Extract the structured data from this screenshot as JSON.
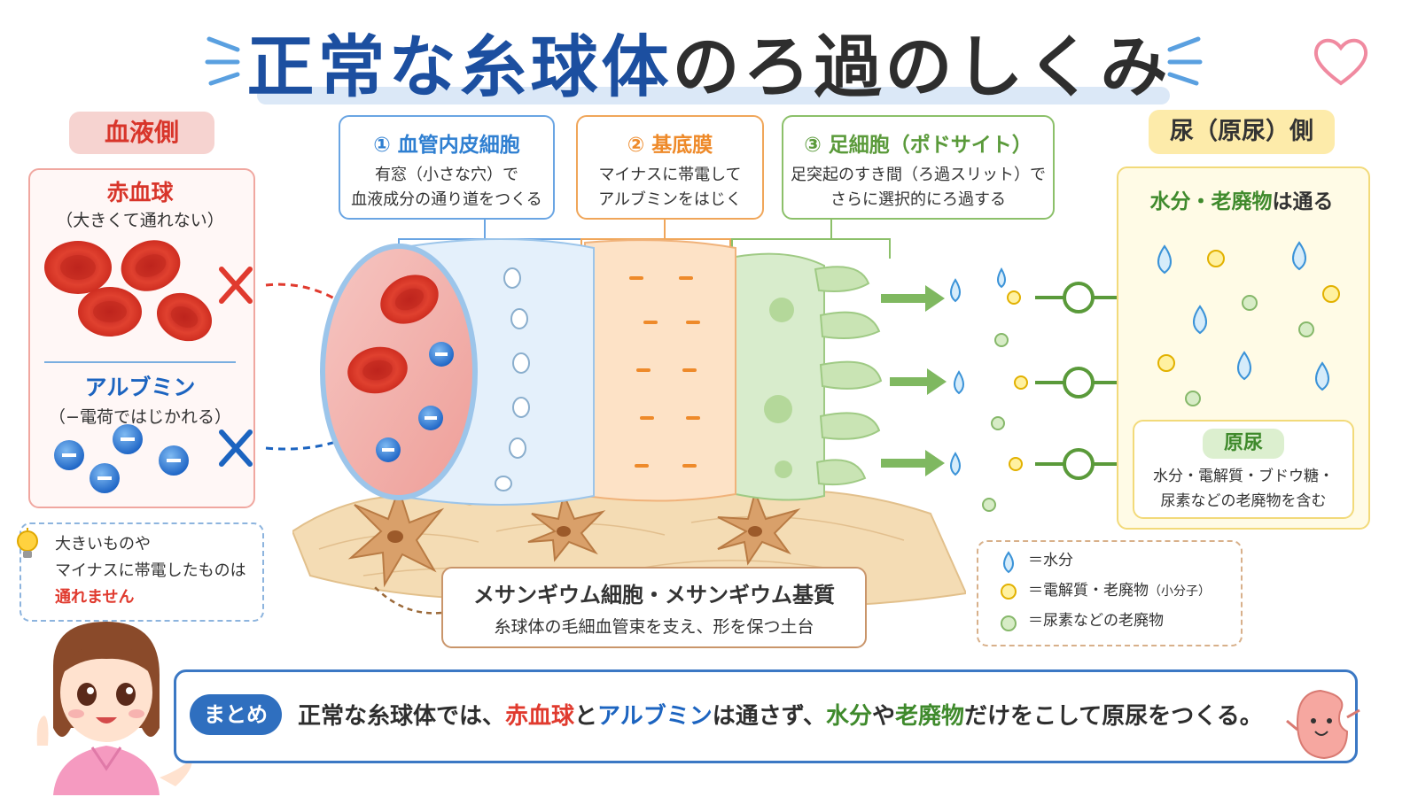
{
  "title": {
    "part1": "正常な糸球体",
    "part2": "のろ過のしくみ"
  },
  "blood_side": {
    "label": "血液側",
    "rbc_title": "赤血球",
    "rbc_desc": "（大きくて通れない）",
    "albumin_title": "アルブミン",
    "albumin_desc": "（−電荷ではじかれる）"
  },
  "tip": {
    "line1": "大きいものや",
    "line2": "マイナスに帯電したものは",
    "line3": "通れません"
  },
  "layers": [
    {
      "title": "① 血管内皮細胞",
      "line1": "有窓（小さな穴）で",
      "line2": "血液成分の通り道をつくる",
      "color": "#2f7fd1"
    },
    {
      "title": "② 基底膜",
      "line1": "マイナスに帯電して",
      "line2": "アルブミンをはじく",
      "color": "#ee8a2a"
    },
    {
      "title": "③ 足細胞（ポドサイト）",
      "line1": "足突起のすき間（ろ過スリット）で",
      "line2": "さらに選択的にろ過する",
      "color": "#5a9a3a"
    }
  ],
  "mesangium": {
    "title": "メサンギウム細胞・メサンギウム基質",
    "desc": "糸球体の毛細血管束を支え、形を保つ土台"
  },
  "urine_side": {
    "label": "尿（原尿）側",
    "pass_prefix": "水分・老廃物",
    "pass_suffix": "は通る",
    "primary_label": "原尿",
    "primary_line1": "水分・電解質・ブドウ糖・",
    "primary_line2": "尿素などの老廃物を含む"
  },
  "legend": [
    {
      "label": "＝水分"
    },
    {
      "label": "＝電解質・老廃物",
      "note": "（小分子）"
    },
    {
      "label": "＝尿素などの老廃物"
    }
  ],
  "summary": {
    "badge": "まとめ",
    "t1": "正常な糸球体では、",
    "t2": "赤血球",
    "t3": "と",
    "t4": "アルブミン",
    "t5": "は通さず、",
    "t6": "水分",
    "t7": "や",
    "t8": "老廃物",
    "t9": "だけをこして原尿をつくる。"
  },
  "colors": {
    "red": "#e03a2e",
    "blue": "#1c64c0",
    "green": "#3f8a2c",
    "orange": "#ee8a2a",
    "title_blue": "#1c4fa0"
  },
  "icons": [
    "lightbulb-icon",
    "heart-icon",
    "cross-mark-icon",
    "arrow-right-icon",
    "water-drop-icon"
  ]
}
